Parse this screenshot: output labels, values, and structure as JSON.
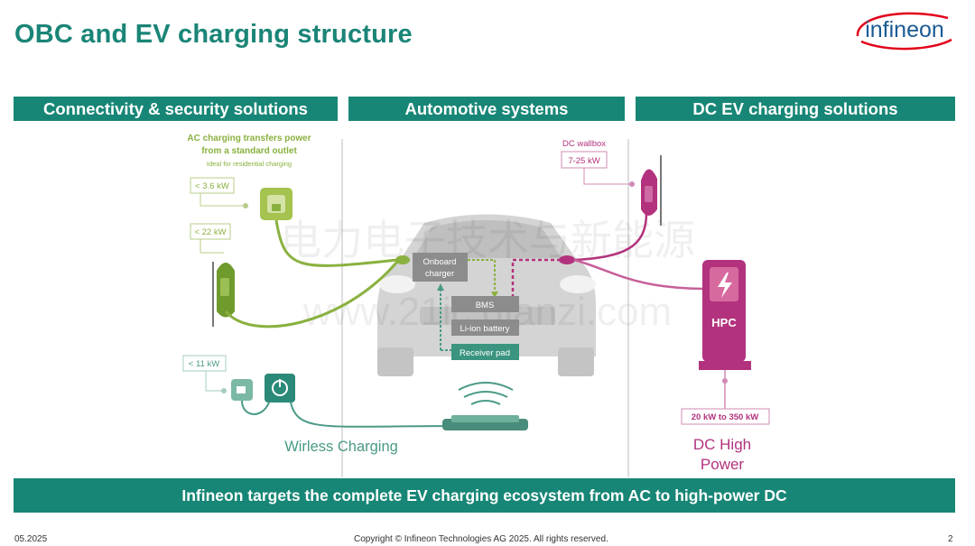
{
  "slide": {
    "title": "OBC and EV charging structure",
    "page_number": "2",
    "date": "05.2025",
    "copyright": "Copyright © Infineon Technologies AG 2025. All rights reserved.",
    "banner": "Infineon targets the complete EV charging ecosystem from AC to high-power DC"
  },
  "logo": {
    "text": "infineon",
    "color": "#1a5b94",
    "arc_color": "#e2001a"
  },
  "sections": [
    {
      "label": "Connectivity & security solutions"
    },
    {
      "label": "Automotive systems"
    },
    {
      "label": "DC EV charging solutions"
    }
  ],
  "ac": {
    "note_line1": "AC charging transfers power",
    "note_line2": "from a standard outlet",
    "note_sub": "Ideal for residential charging",
    "power_outlet": "< 3.6 kW",
    "power_wallbox": "< 22 kW",
    "power_wireless": "< 11 kW"
  },
  "wireless": {
    "label": "Wirless Charging"
  },
  "car": {
    "onboard_line1": "Onboard",
    "onboard_line2": "charger",
    "bms": "BMS",
    "battery": "Li-ion battery",
    "receiver": "Receiver pad"
  },
  "dc": {
    "wallbox_label": "DC wallbox",
    "wallbox_power": "7-25 kW",
    "hpc_label": "HPC",
    "hpc_power": "20 kW to 350 kW",
    "caption_line1": "DC High",
    "caption_line2": "Power"
  },
  "watermark": {
    "line1": "电力电子技术与新能源",
    "line2": "www.21ic.dianzi.com"
  },
  "colors": {
    "teal": "#178676",
    "ac_green": "#8ab13f",
    "wireless_teal": "#4a9a86",
    "dc_magenta": "#b3327d",
    "car_gray": "#c9c9c9"
  }
}
